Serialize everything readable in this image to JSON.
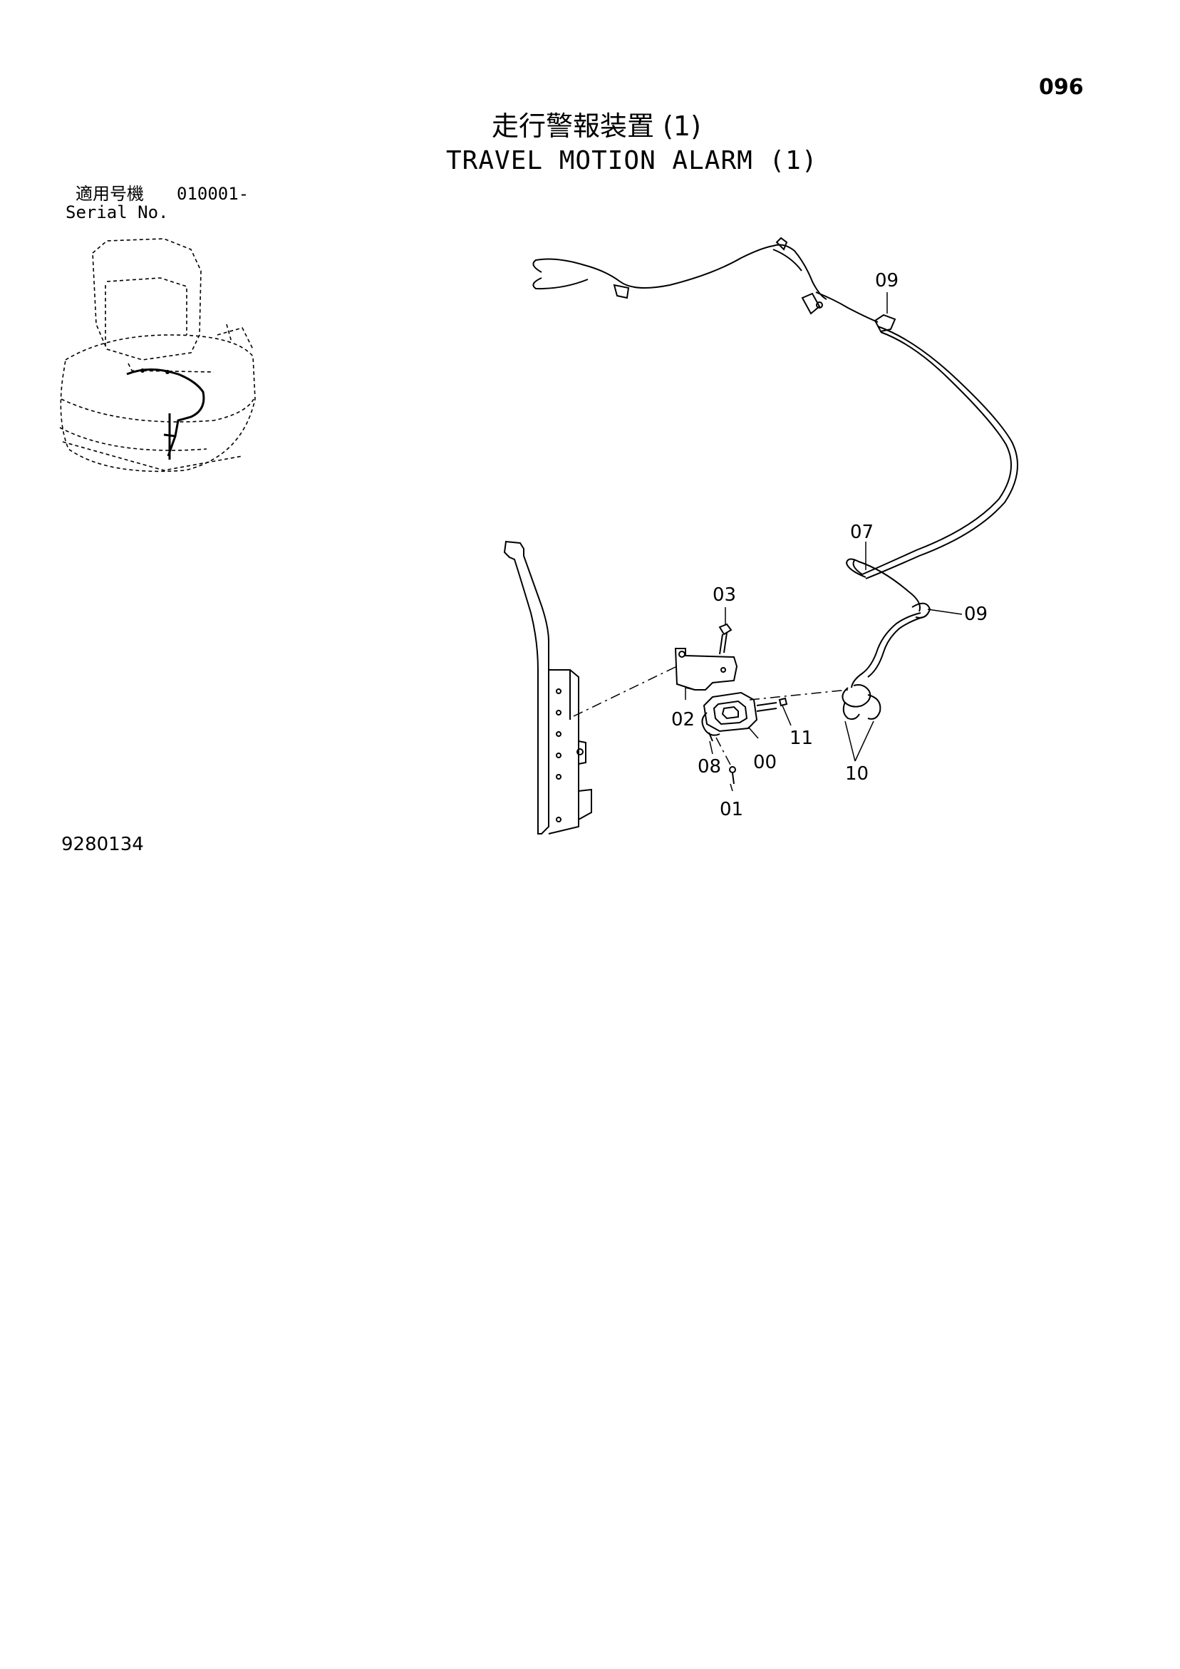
{
  "page_number": "096",
  "title_jp": "走行警報装置 (1)",
  "title_en": "TRAVEL MOTION ALARM (1)",
  "serial": {
    "label_jp": "適用号機",
    "value": "010001-",
    "label_en": "Serial No."
  },
  "figure_number": "9280134",
  "callouts": {
    "c09a": "09",
    "c07": "07",
    "c03": "03",
    "c09b": "09",
    "c02": "02",
    "c11": "11",
    "c08": "08",
    "c00": "00",
    "c10": "10",
    "c01": "01"
  }
}
